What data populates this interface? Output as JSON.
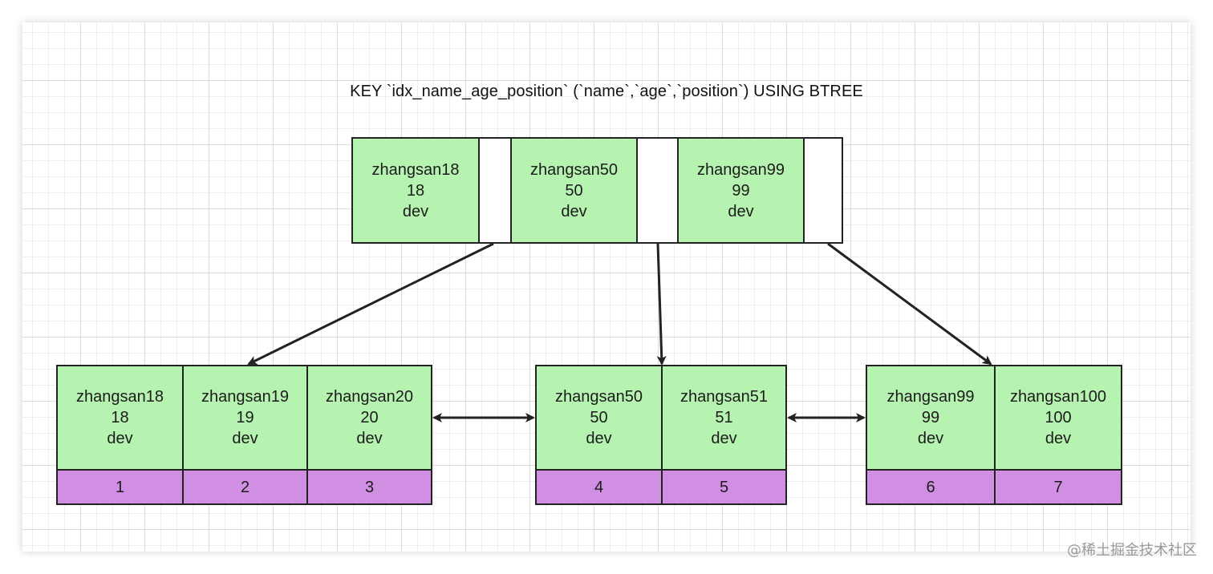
{
  "title": "KEY `idx_name_age_position` (`name`,`age`,`position`) USING BTREE",
  "colors": {
    "key_cell": "#b6f2b0",
    "pointer_cell": "#ffffff",
    "row_id_cell": "#d08fe3",
    "border": "#222222"
  },
  "root": {
    "keys": [
      {
        "name": "zhangsan18",
        "age": "18",
        "position": "dev"
      },
      {
        "name": "zhangsan50",
        "age": "50",
        "position": "dev"
      },
      {
        "name": "zhangsan99",
        "age": "99",
        "position": "dev"
      }
    ]
  },
  "leaves": [
    {
      "entries": [
        {
          "name": "zhangsan18",
          "age": "18",
          "position": "dev",
          "id": "1"
        },
        {
          "name": "zhangsan19",
          "age": "19",
          "position": "dev",
          "id": "2"
        },
        {
          "name": "zhangsan20",
          "age": "20",
          "position": "dev",
          "id": "3"
        }
      ]
    },
    {
      "entries": [
        {
          "name": "zhangsan50",
          "age": "50",
          "position": "dev",
          "id": "4"
        },
        {
          "name": "zhangsan51",
          "age": "51",
          "position": "dev",
          "id": "5"
        }
      ]
    },
    {
      "entries": [
        {
          "name": "zhangsan99",
          "age": "99",
          "position": "dev",
          "id": "6"
        },
        {
          "name": "zhangsan100",
          "age": "100",
          "position": "dev",
          "id": "7"
        }
      ]
    }
  ],
  "watermark": "@稀土掘金技术社区"
}
